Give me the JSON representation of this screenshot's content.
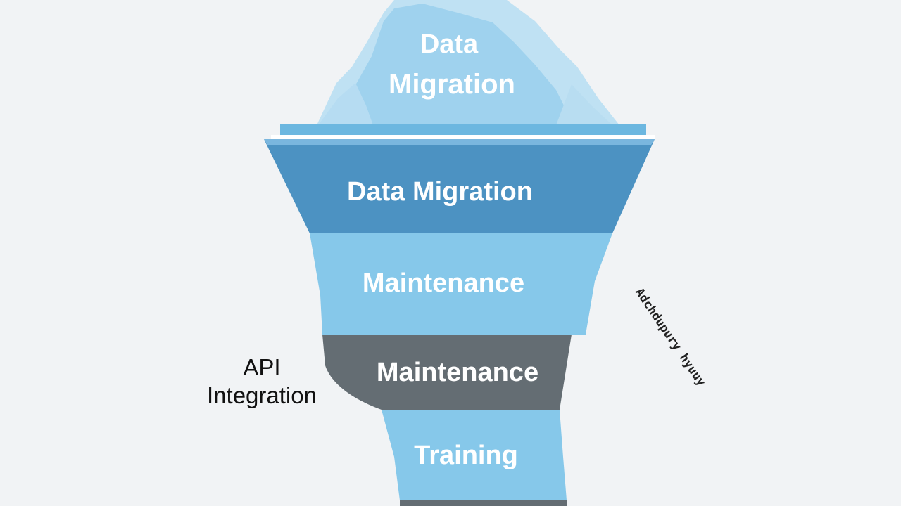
{
  "colors": {
    "background": "#f1f3f5",
    "iceberg_light": "#a9d7ef",
    "iceberg_mid": "#8fcae9",
    "iceberg_shadow": "#7dbfe2",
    "waterline": "#6cb7e0",
    "band_dark_blue": "#4c92c2",
    "band_light_blue": "#86c8ea",
    "band_gray": "#646d73",
    "label_text": "#ffffff"
  },
  "diagram": {
    "peak_label_line1": "Data",
    "peak_label_line2": "Migration",
    "layers": [
      {
        "label": "Data Migration"
      },
      {
        "label": "Maintenance"
      },
      {
        "label": "Maintenance"
      },
      {
        "label": "Training"
      }
    ],
    "side_label_lines": [
      "API",
      "Integration"
    ],
    "rotated_label": "Adchdupury hyuuy"
  }
}
